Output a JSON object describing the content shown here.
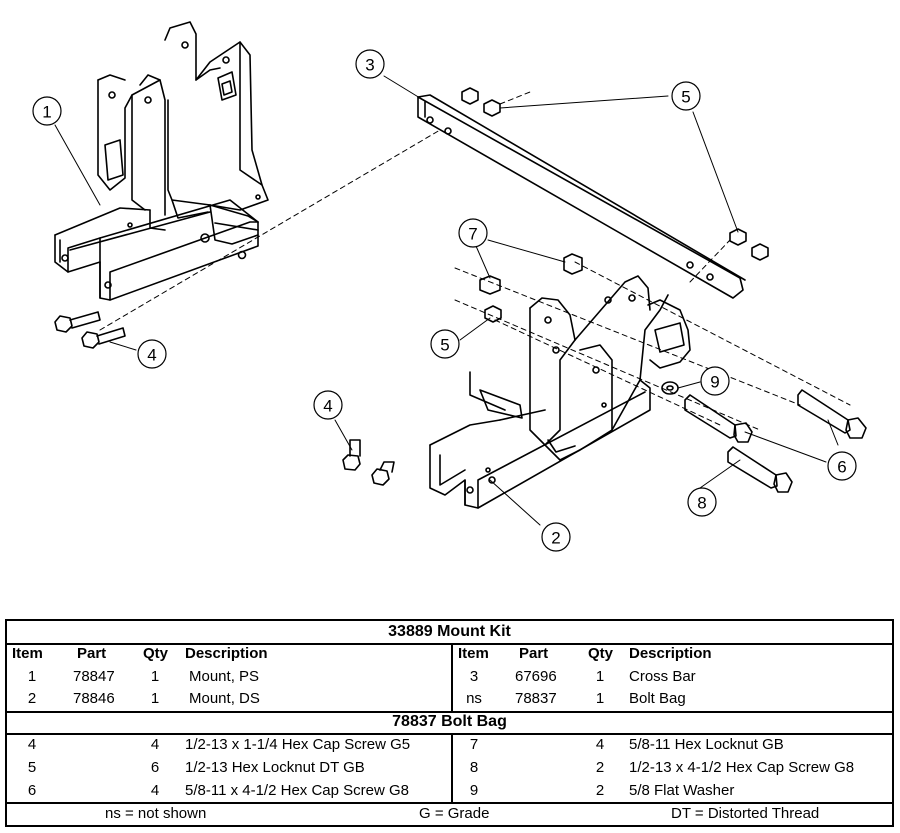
{
  "callouts": [
    {
      "id": "1",
      "label": "1"
    },
    {
      "id": "2",
      "label": "2"
    },
    {
      "id": "3",
      "label": "3"
    },
    {
      "id": "4a",
      "label": "4"
    },
    {
      "id": "4b",
      "label": "4"
    },
    {
      "id": "5a",
      "label": "5"
    },
    {
      "id": "5b",
      "label": "5"
    },
    {
      "id": "6",
      "label": "6"
    },
    {
      "id": "7",
      "label": "7"
    },
    {
      "id": "8",
      "label": "8"
    },
    {
      "id": "9",
      "label": "9"
    }
  ],
  "table": {
    "kit_title": "33889  Mount Kit",
    "headers": {
      "item": "Item",
      "part": "Part",
      "qty": "Qty",
      "description": "Description"
    },
    "kit_rows_left": [
      {
        "item": "1",
        "part": "78847",
        "qty": "1",
        "description": "Mount, PS"
      },
      {
        "item": "2",
        "part": "78846",
        "qty": "1",
        "description": "Mount, DS"
      }
    ],
    "kit_rows_right": [
      {
        "item": "3",
        "part": "67696",
        "qty": "1",
        "description": "Cross Bar"
      },
      {
        "item": "ns",
        "part": "78837",
        "qty": "1",
        "description": "Bolt Bag"
      }
    ],
    "bag_title": "78837  Bolt Bag",
    "bag_rows_left": [
      {
        "item": "4",
        "qty": "4",
        "description": "1/2-13 x 1-1/4 Hex Cap Screw G5"
      },
      {
        "item": "5",
        "qty": "6",
        "description": "1/2-13 Hex Locknut  DT GB"
      },
      {
        "item": "6",
        "qty": "4",
        "description": "5/8-11 x 4-1/2 Hex Cap Screw G8"
      }
    ],
    "bag_rows_right": [
      {
        "item": "7",
        "qty": "4",
        "description": "5/8-11 Hex Locknut GB"
      },
      {
        "item": "8",
        "qty": "2",
        "description": "1/2-13 x 4-1/2 Hex Cap Screw G8"
      },
      {
        "item": "9",
        "qty": "2",
        "description": "5/8 Flat Washer"
      }
    ],
    "footer": {
      "ns": "ns = not shown",
      "grade": "G = Grade",
      "dt": "DT = Distorted Thread"
    }
  }
}
